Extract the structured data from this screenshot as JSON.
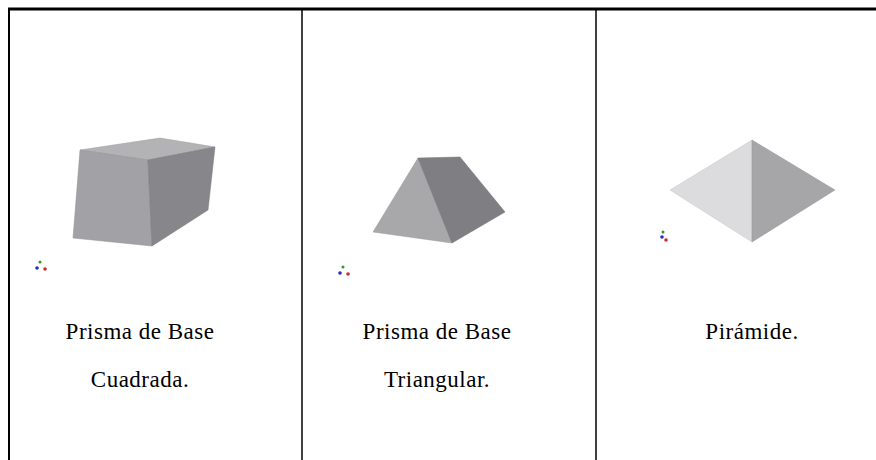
{
  "diagram": {
    "labels": [
      "Prisma de Base Cuadrada.",
      "Prisma de Base Triangular.",
      "Pirámide."
    ]
  }
}
